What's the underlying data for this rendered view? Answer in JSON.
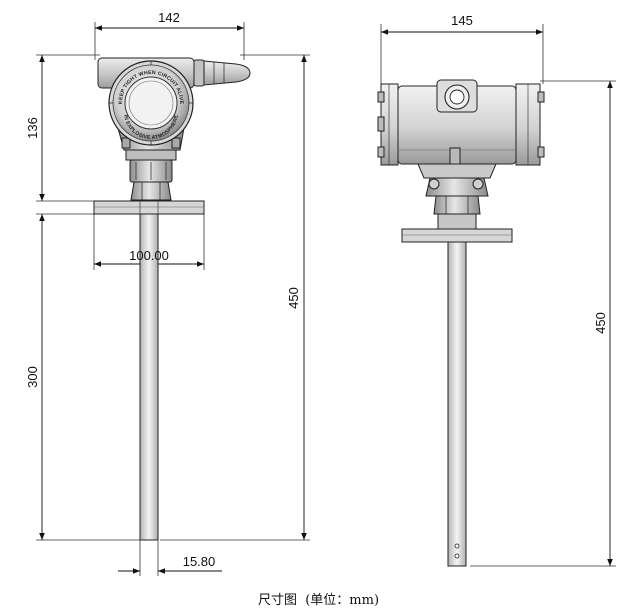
{
  "front_view": {
    "dim_housing_width": "142",
    "dim_housing_height": "136",
    "dim_flange_diameter": "100.00",
    "dim_probe_length": "300",
    "dim_total_height": "450",
    "dim_probe_diameter": "15.80",
    "badge_text_upper": "KEEP TIGHT WHEN CIRCUIT ALIVE",
    "badge_text_lower": "IN EXPLOSIVE ATMOSPHERE"
  },
  "side_view": {
    "dim_housing_width": "145",
    "dim_total_height": "450"
  },
  "caption": {
    "title": "尺寸图",
    "unit": "(单位：mm)"
  },
  "colors": {
    "line": "#222222",
    "housing_fill": "#d4d4d4",
    "metal_fill": "#b8b8b8",
    "flange_fill": "#d0d0d0",
    "probe_fill": "#e2e2e2"
  }
}
